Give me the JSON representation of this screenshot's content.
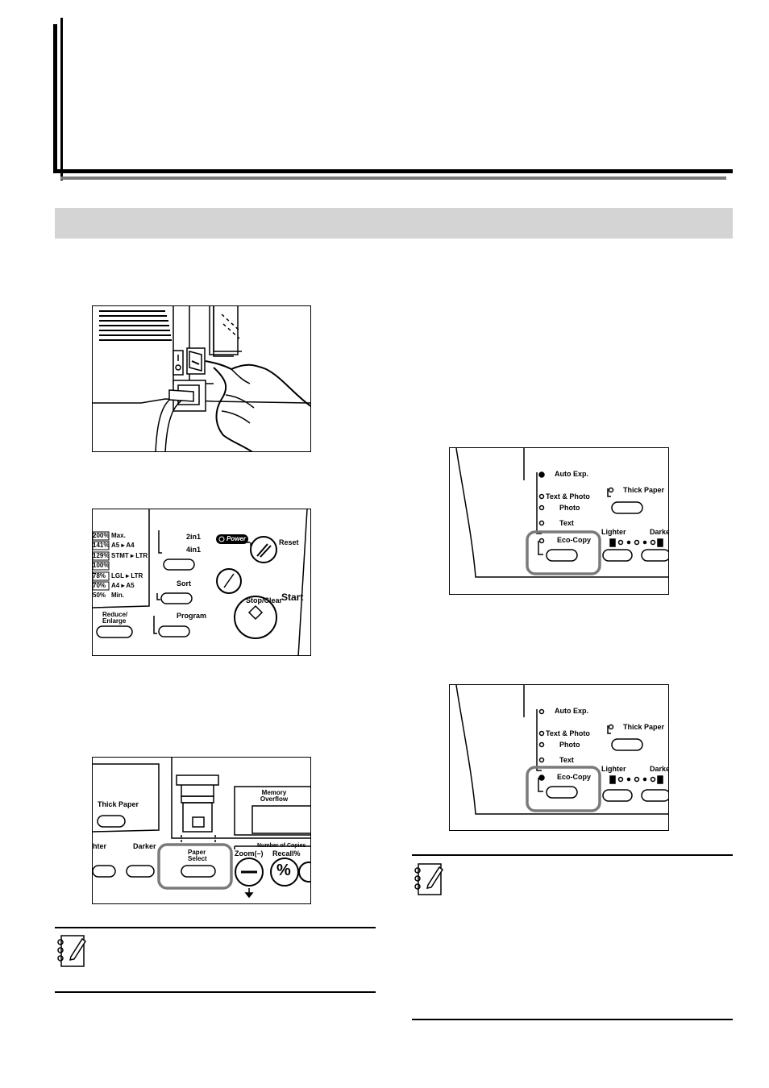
{
  "header": {
    "section_band_text": ""
  },
  "panel_operation": {
    "ratio_items": [
      {
        "pct": "200%",
        "label": "Max."
      },
      {
        "pct": "141%",
        "label": "A5 ▸ A4"
      },
      {
        "pct": "129%",
        "label": "STMT ▸ LTR"
      },
      {
        "pct": "100%",
        "label": ""
      },
      {
        "pct": "78%",
        "label": "LGL ▸ LTR"
      },
      {
        "pct": "70%",
        "label": "A4 ▸ A5"
      },
      {
        "pct": "50%",
        "label": "Min."
      }
    ],
    "reduce_enlarge": "Reduce/ Enlarge",
    "two_in_one": "2in1",
    "four_in_one": "4in1",
    "sort": "Sort",
    "program": "Program",
    "power": "Power",
    "reset": "Reset",
    "stop_clear": "Stop/Clear",
    "start": "Start"
  },
  "panel_paper": {
    "thick_paper": "Thick Paper",
    "lighter": "hter",
    "darker": "Darker",
    "memory_overflow": "Memory Overflow",
    "number_of_copies": "Number of Copies",
    "paper_select": "Paper Select",
    "zoom": "Zoom(–)",
    "recall": "Recall%"
  },
  "panel_eco_off": {
    "auto_exp": "Auto Exp.",
    "text_photo": "Text & Photo",
    "photo": "Photo",
    "text": "Text",
    "eco_copy": "Eco-Copy",
    "thick_paper": "Thick Paper",
    "lighter": "Lighter",
    "darker": "Darke"
  },
  "panel_eco_on": {
    "auto_exp": "Auto Exp.",
    "text_photo": "Text & Photo",
    "photo": "Photo",
    "text": "Text",
    "eco_copy": "Eco-Copy",
    "thick_paper": "Thick Paper",
    "lighter": "Lighter",
    "darker": "Darke"
  },
  "icons": [
    "notebook-icon",
    "power-switch-illustration",
    "start-icon",
    "reset-icon",
    "stop-clear-icon"
  ]
}
